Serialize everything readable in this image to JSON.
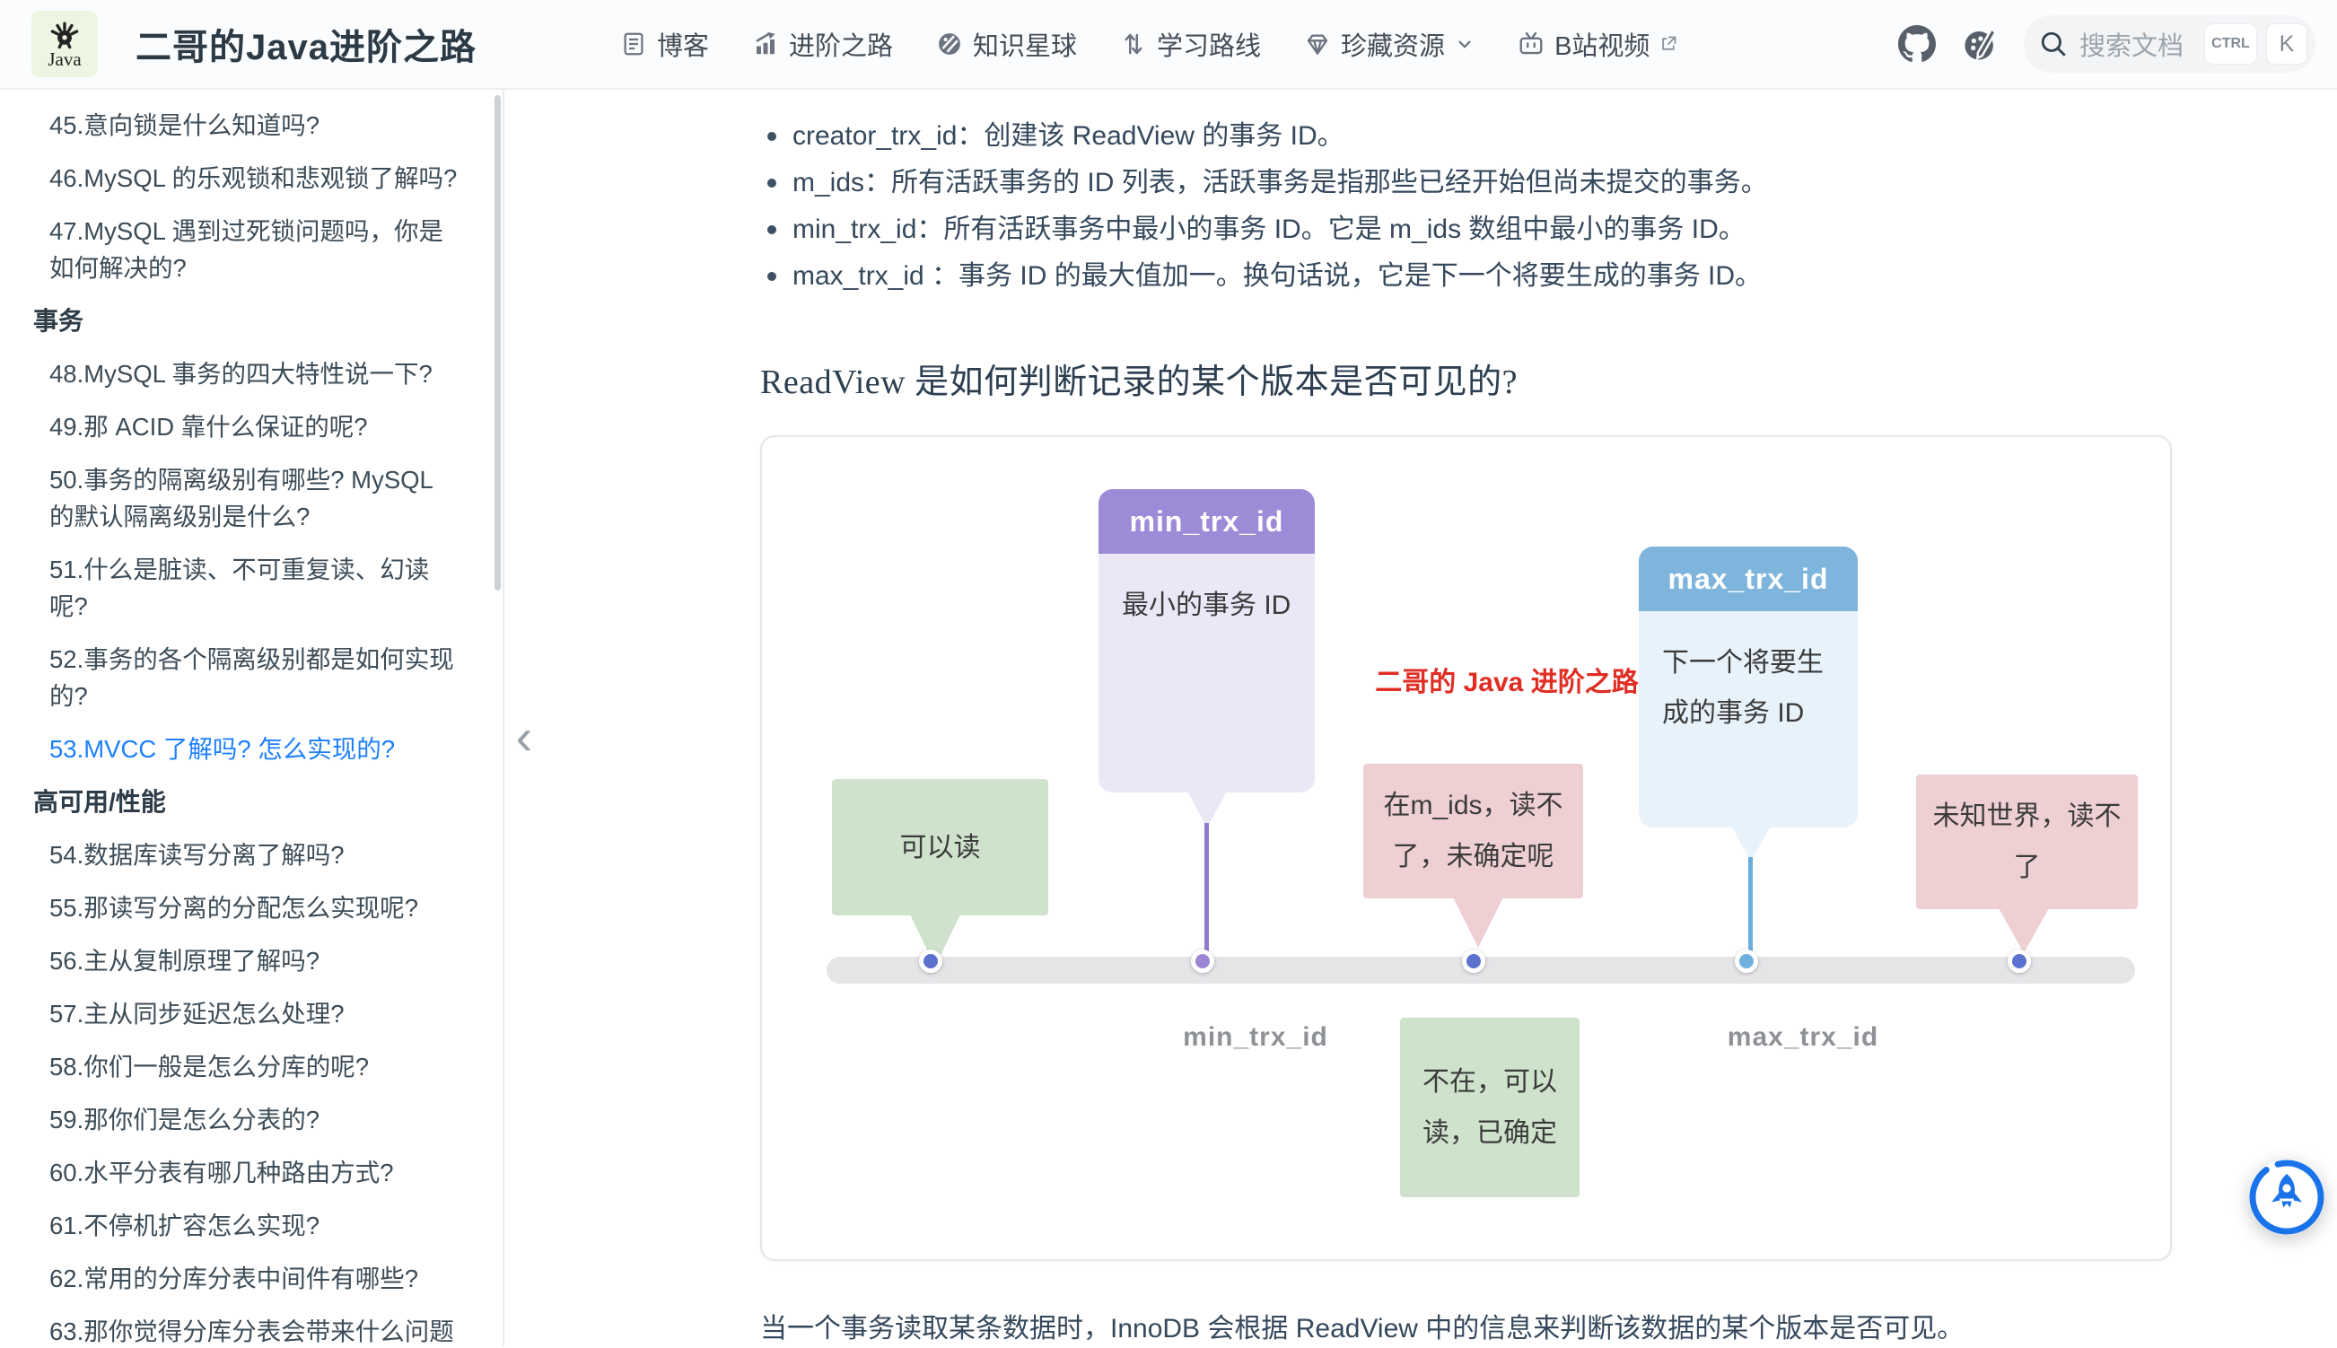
{
  "navbar": {
    "logo_text": "Java",
    "title": "二哥的Java进阶之路",
    "items": [
      {
        "label": "博客",
        "icon": "doc-icon"
      },
      {
        "label": "进阶之路",
        "icon": "chart-icon"
      },
      {
        "label": "知识星球",
        "icon": "planet-icon"
      },
      {
        "label": "学习路线",
        "icon": "route-icon"
      },
      {
        "label": "珍藏资源",
        "icon": "diamond-icon",
        "has_dropdown": true
      },
      {
        "label": "B站视频",
        "icon": "tv-icon",
        "external": true
      }
    ],
    "search": {
      "placeholder": "搜索文档",
      "shortcut_keys": [
        "CTRL",
        "K"
      ],
      "icon": "search-icon"
    },
    "right_icons": [
      "github-icon",
      "palette-icon"
    ]
  },
  "sidebar": {
    "items": [
      {
        "type": "item",
        "text": "45.意向锁是什么知道吗?"
      },
      {
        "type": "item",
        "text": "46.MySQL 的乐观锁和悲观锁了解吗?"
      },
      {
        "type": "item",
        "text": "47.MySQL 遇到过死锁问题吗，你是如何解决的?"
      },
      {
        "type": "section",
        "text": "事务"
      },
      {
        "type": "item",
        "text": "48.MySQL 事务的四大特性说一下?"
      },
      {
        "type": "item",
        "text": "49.那 ACID 靠什么保证的呢?"
      },
      {
        "type": "item",
        "text": "50.事务的隔离级别有哪些? MySQL 的默认隔离级别是什么?"
      },
      {
        "type": "item",
        "text": "51.什么是脏读、不可重复读、幻读呢?"
      },
      {
        "type": "item",
        "text": "52.事务的各个隔离级别都是如何实现的?"
      },
      {
        "type": "item",
        "active": true,
        "text": "53.MVCC 了解吗? 怎么实现的?"
      },
      {
        "type": "section",
        "text": "高可用/性能"
      },
      {
        "type": "item",
        "text": "54.数据库读写分离了解吗?"
      },
      {
        "type": "item",
        "text": "55.那读写分离的分配怎么实现呢?"
      },
      {
        "type": "item",
        "text": "56.主从复制原理了解吗?"
      },
      {
        "type": "item",
        "text": "57.主从同步延迟怎么处理?"
      },
      {
        "type": "item",
        "text": "58.你们一般是怎么分库的呢?"
      },
      {
        "type": "item",
        "text": "59.那你们是怎么分表的?"
      },
      {
        "type": "item",
        "text": "60.水平分表有哪几种路由方式?"
      },
      {
        "type": "item",
        "text": "61.不停机扩容怎么实现?"
      },
      {
        "type": "item",
        "text": "62.常用的分库分表中间件有哪些?"
      },
      {
        "type": "item",
        "text": "63.那你觉得分库分表会带来什么问题"
      }
    ]
  },
  "content": {
    "bullets": [
      {
        "text": "creator_trx_id：创建该 ReadView 的事务 ID。"
      },
      {
        "text": "m_ids：所有活跃事务的 ID 列表，活跃事务是指那些已经开始但尚未提交的事务。"
      },
      {
        "text": "min_trx_id：所有活跃事务中最小的事务 ID。它是 m_ids 数组中最小的事务 ID。"
      },
      {
        "text": "max_trx_id ：事务 ID 的最大值加一。换句话说，它是下一个将要生成的事务 ID。"
      }
    ],
    "heading": "ReadView 是如何判断记录的某个版本是否可见的?",
    "paragraph": "当一个事务读取某条数据时，InnoDB 会根据 ReadView 中的信息来判断该数据的某个版本是否可见。"
  },
  "diagram": {
    "min_callout": {
      "header": "min_trx_id",
      "body": "最小的事务 ID"
    },
    "max_callout": {
      "header": "max_trx_id",
      "body": "下一个将要生成的事务 ID"
    },
    "watermark": "二哥的 Java 进阶之路",
    "boxes": {
      "can_read": "可以读",
      "in_mids": "在m_ids，读不了，未确定呢",
      "unknown": "未知世界，读不了",
      "not_in": "不在，可以读，已确定"
    },
    "axis_labels": {
      "min": "min_trx_id",
      "max": "max_trx_id"
    }
  },
  "colors": {
    "accent_blue": "#1e80ff",
    "watermark_red": "#e02e24",
    "purple_header": "#9d8bd8",
    "purple_body": "#ece7f7",
    "blue_header": "#7fb5dd",
    "blue_body": "#e8f2fb",
    "green_box": "#cfe3cc",
    "pink_box": "#eed0d3",
    "timeline_gray": "#e5e5e8",
    "dot_indigo": "#5b72cf",
    "dot_purple": "#9d85d6",
    "dot_blue": "#6fb0de",
    "rocket_blue": "#1a73e8"
  }
}
